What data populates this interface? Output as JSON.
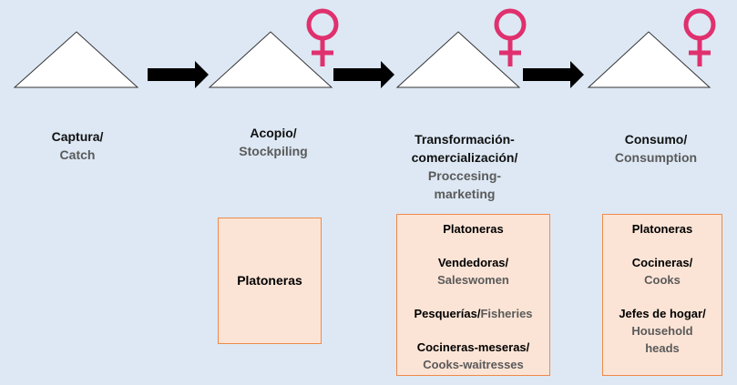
{
  "stages": [
    {
      "es": "Captura/",
      "en": "Catch"
    },
    {
      "es": "Acopio/",
      "en": "Stockpiling"
    },
    {
      "es": "Transformación-comercialización/",
      "en": "Proccesing-marketing"
    },
    {
      "es": "Consumo/",
      "en": "Consumption"
    }
  ],
  "boxes": {
    "stockpiling": {
      "item": "Platoneras"
    },
    "processing": {
      "platoneras": "Platoneras",
      "vendedoras_es": "Vendedoras/",
      "vendedoras_en": "Saleswomen",
      "pesquerias_es": "Pesquerías/",
      "pesquerias_en": "Fisheries",
      "cocineras_es": "Cocineras-meseras/",
      "cocineras_en": "Cooks-waitresses"
    },
    "consumption": {
      "platoneras": "Platoneras",
      "cocineras_es": "Cocineras/",
      "cocineras_en": "Cooks",
      "jefes_es": "Jefes de hogar/",
      "jefes_en": "Household heads"
    }
  },
  "colors": {
    "background": "#dde8f4",
    "female_symbol": "#e0306e",
    "box_fill": "#fbe4d6",
    "box_border": "#ee8a4a",
    "arrow": "#000000"
  },
  "icons": [
    "triangle-icon",
    "female-symbol-icon",
    "right-arrow-icon"
  ]
}
